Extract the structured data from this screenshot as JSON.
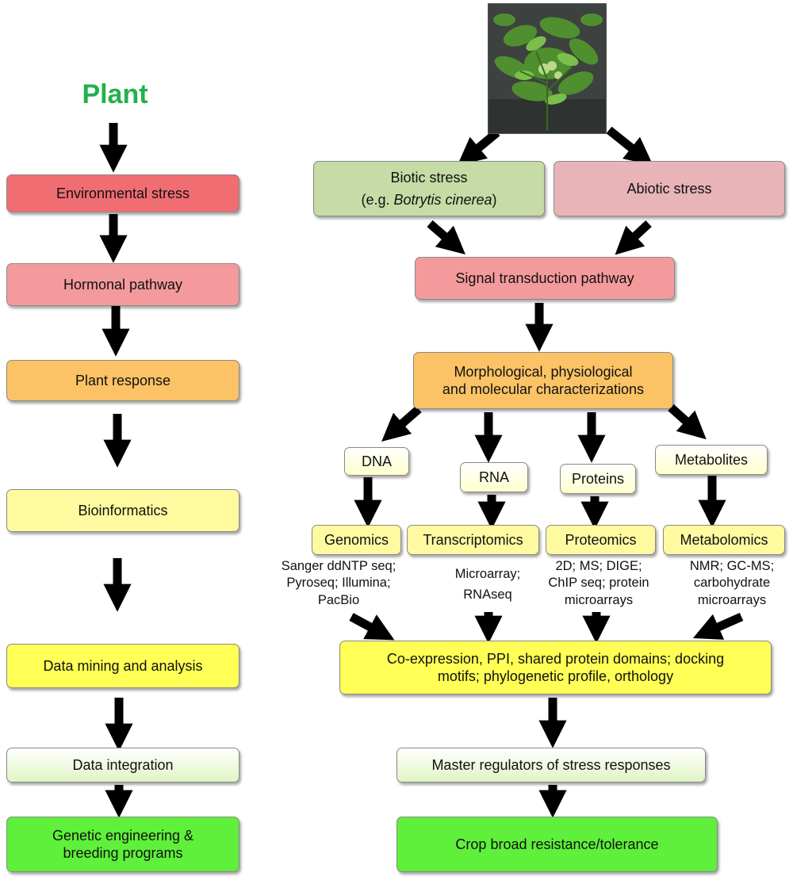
{
  "title": "Plant",
  "left_flow": {
    "environmental_stress": "Environmental stress",
    "hormonal_pathway": "Hormonal pathway",
    "plant_response": "Plant response",
    "bioinformatics": "Bioinformatics",
    "data_mining": "Data mining and analysis",
    "data_integration": "Data integration",
    "genetic_engineering_1": "Genetic engineering &",
    "genetic_engineering_2": "breeding programs"
  },
  "right_flow": {
    "biotic_stress": "Biotic stress",
    "biotic_example_prefix": "(e.g. ",
    "biotic_example_species": "Botrytis cinerea",
    "biotic_example_suffix": ")",
    "abiotic_stress": "Abiotic stress",
    "signal_transduction": "Signal transduction pathway",
    "characterizations_1": "Morphological, physiological",
    "characterizations_2": "and molecular characterizations",
    "dna": "DNA",
    "rna": "RNA",
    "proteins": "Proteins",
    "metabolites": "Metabolites",
    "genomics": "Genomics",
    "transcriptomics": "Transcriptomics",
    "proteomics": "Proteomics",
    "metabolomics": "Metabolomics",
    "genomics_methods": [
      "Sanger ddNTP seq;",
      "Pyroseq; Illumina;",
      "PacBio"
    ],
    "transcriptomics_methods": [
      "Microarray;",
      "RNAseq"
    ],
    "proteomics_methods": [
      "2D; MS; DIGE;",
      "ChIP seq; protein",
      "microarrays"
    ],
    "metabolomics_methods": [
      "NMR; GC-MS;",
      "carbohydrate",
      "microarrays"
    ],
    "coexpression_1": "Co-expression, PPI, shared protein domains; docking",
    "coexpression_2": "motifs; phylogenetic profile, orthology",
    "master_regulators": "Master regulators of stress responses",
    "crop_resistance": "Crop broad resistance/tolerance"
  },
  "colors": {
    "title_green": "#22b14c",
    "red": "#f06d72",
    "pink": "#f49a9c",
    "orange": "#fbc365",
    "pale_yellow": "#fffaa0",
    "yellow": "#ffff55",
    "light_green": "#eefada",
    "bright_green": "#5ef03a",
    "olive_green": "#c6dba5",
    "rose": "#e8b4b8",
    "cream": "#ffffcc"
  }
}
